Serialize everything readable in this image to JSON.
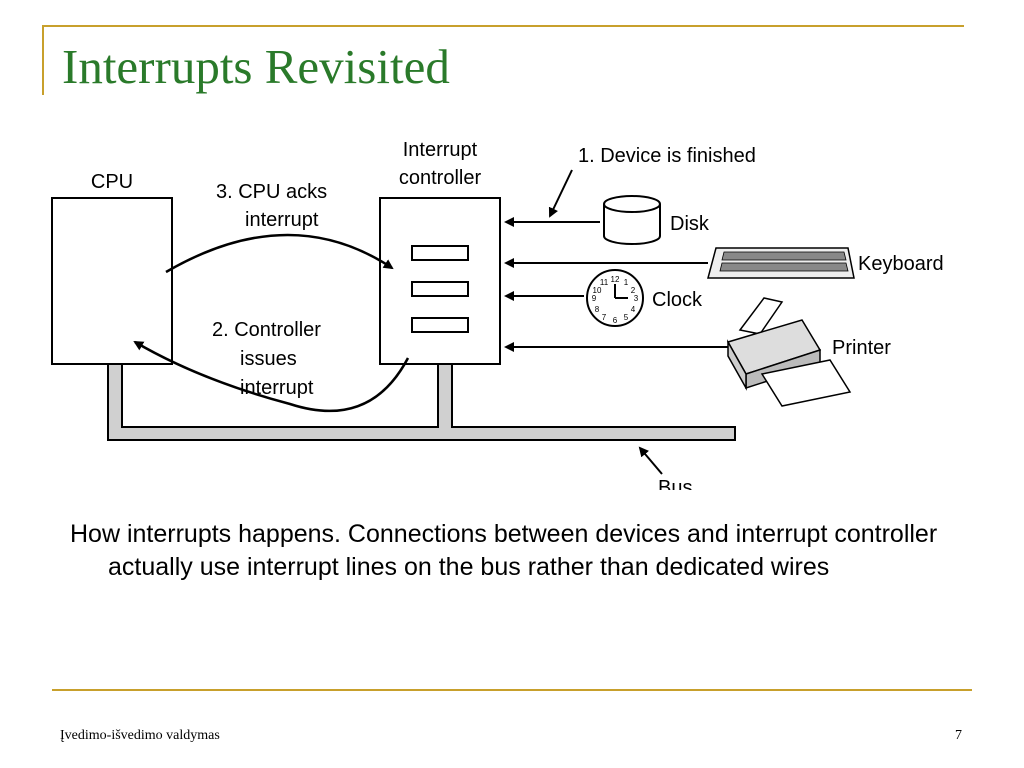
{
  "slide": {
    "title": "Interrupts Revisited",
    "caption": "How interrupts happens. Connections between devices and interrupt controller actually use interrupt lines on the bus rather than dedicated wires",
    "footer_left": "Įvedimo-išvedimo valdymas",
    "footer_right": "7"
  },
  "diagram": {
    "cpu_label": "CPU",
    "controller_label_line1": "Interrupt",
    "controller_label_line2": "controller",
    "step1": "1. Device is finished",
    "step2_line1": "2. Controller",
    "step2_line2": "issues",
    "step2_line3": "interrupt",
    "step3_line1": "3. CPU acks",
    "step3_line2": "interrupt",
    "devices": {
      "disk": "Disk",
      "keyboard": "Keyboard",
      "clock": "Clock",
      "printer": "Printer"
    },
    "bus_label": "Bus",
    "clock_numbers": [
      "12",
      "1",
      "2",
      "3",
      "4",
      "5",
      "6",
      "7",
      "8",
      "9",
      "10",
      "11"
    ]
  },
  "colors": {
    "title": "#2a7a2a",
    "accent_rule": "#c8a02c",
    "bus_fill": "#d0d0d0"
  }
}
